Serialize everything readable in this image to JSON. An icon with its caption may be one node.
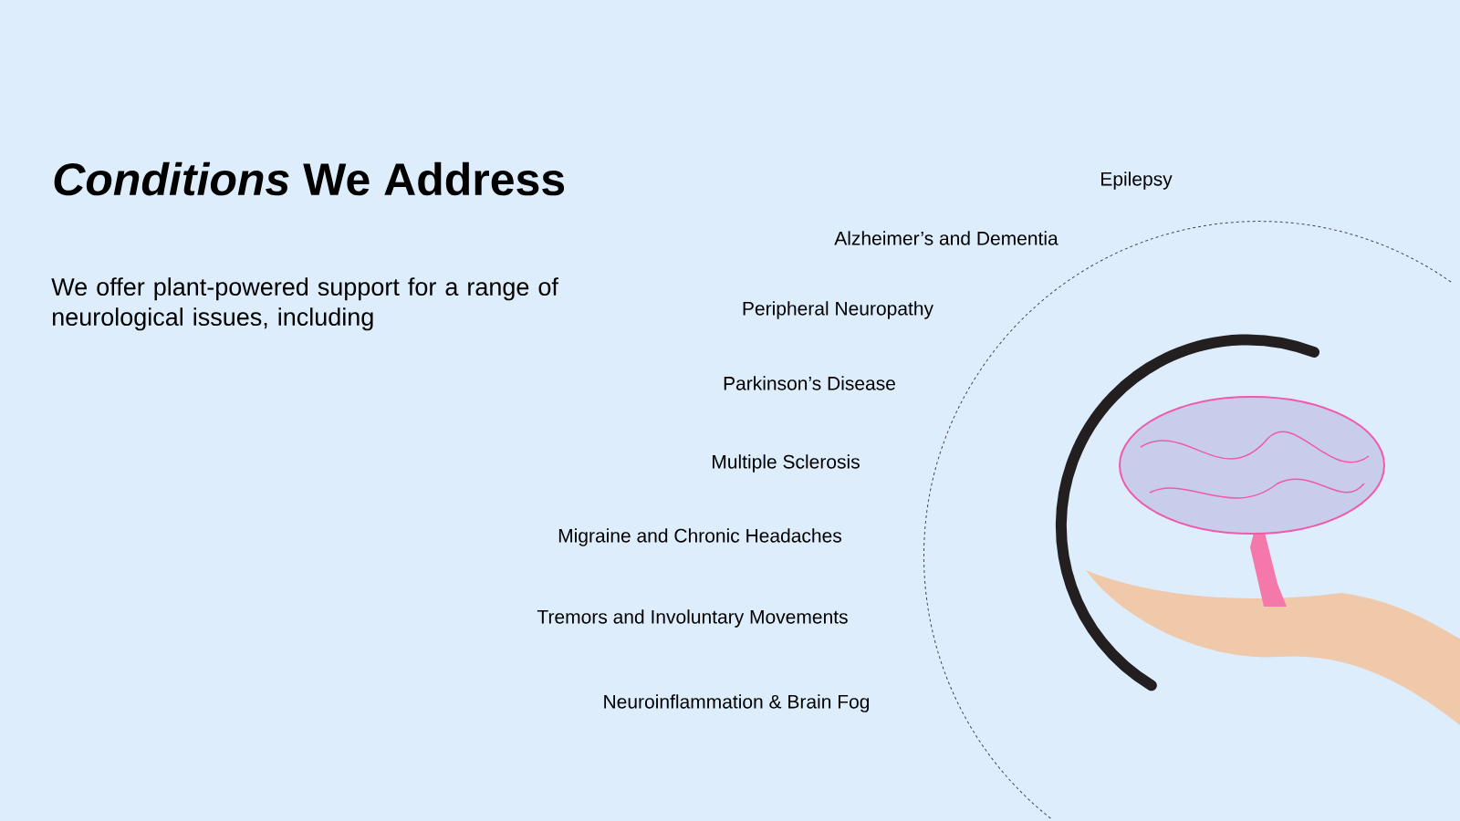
{
  "diagram": {
    "title": "*Conditions* We Address",
    "labels": [
      "We offer plant-powered support for a range of neurological issues, including",
      "Epilepsy",
      "Alzheimer’s and Dementia",
      "Peripheral Neuropathy",
      "Parkinson’s Disease",
      "Multiple Sclerosis",
      "Migraine and Chronic Headaches",
      "Tremors and Involuntary Movements",
      "Neuroinflammation & Brain Fog"
    ]
  }
}
